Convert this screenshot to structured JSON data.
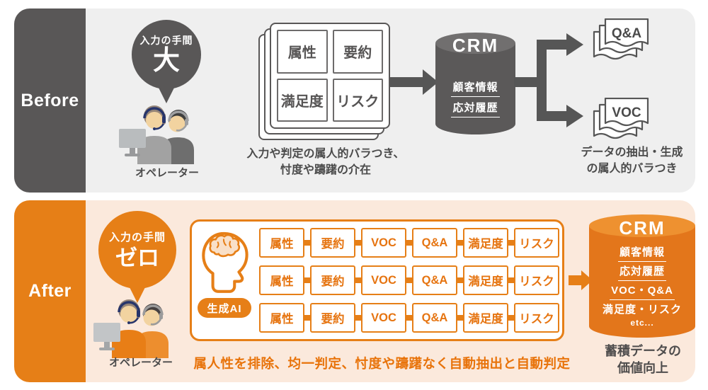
{
  "colors": {
    "dark_gray": "#595757",
    "gray_bg": "#efefef",
    "orange": "#e67f17",
    "orange_bg": "#fbe9dc",
    "caption_orange": "#e8730a",
    "cyl_gray_top": "#716f6f",
    "cyl_orange_top": "#ee9130",
    "cyl_orange_body": "#e3761b"
  },
  "before": {
    "label": "Before",
    "bubble": {
      "line1": "入力の手間",
      "line2": "大"
    },
    "operator_label": "オペレーター",
    "card_items": [
      "属性",
      "要約",
      "満足度",
      "リスク"
    ],
    "card_caption": [
      "入力や判定の属人的バラつき、",
      "忖度や躊躇の介在"
    ],
    "crm": {
      "title": "CRM",
      "lines": [
        "顧客情報",
        "応対履歴"
      ]
    },
    "doc_top": "Q&A",
    "doc_bottom": "VOC",
    "output_caption": [
      "データの抽出・生成",
      "の属人的バラつき"
    ]
  },
  "after": {
    "label": "After",
    "bubble": {
      "line1": "入力の手間",
      "line2": "ゼロ"
    },
    "operator_label": "オペレーター",
    "ai_badge": "生成AI",
    "grid_rows": [
      [
        "属性",
        "要約",
        "VOC",
        "Q&A",
        "満足度",
        "リスク"
      ],
      [
        "属性",
        "要約",
        "VOC",
        "Q&A",
        "満足度",
        "リスク"
      ],
      [
        "属性",
        "要約",
        "VOC",
        "Q&A",
        "満足度",
        "リスク"
      ]
    ],
    "panel_caption": "属人性を排除、均一判定、忖度や躊躇なく自動抽出と自動判定",
    "crm": {
      "title": "CRM",
      "lines": [
        "顧客情報",
        "応対履歴",
        "VOC・Q&A",
        "満足度・リスク",
        "etc..."
      ]
    },
    "crm_caption": [
      "蓄積データの",
      "価値向上"
    ]
  }
}
